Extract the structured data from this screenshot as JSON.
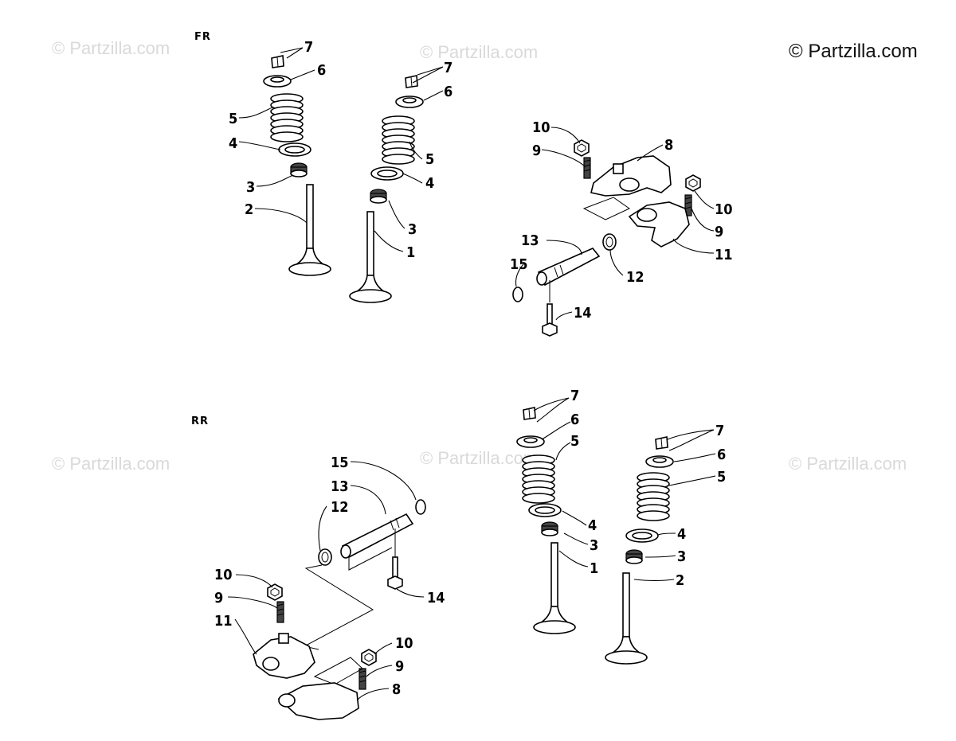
{
  "watermarks": {
    "main": "© Partzilla.com",
    "faded": "© Partzilla.com"
  },
  "sections": {
    "front": "FR",
    "rear": "RR"
  },
  "callouts": {
    "fr_left": [
      "7",
      "6",
      "5",
      "4",
      "3",
      "2"
    ],
    "fr_right": [
      "7",
      "6",
      "5",
      "4",
      "3",
      "1"
    ],
    "fr_rocker": [
      "10",
      "9",
      "8",
      "10",
      "9",
      "11",
      "13",
      "15",
      "12",
      "14"
    ],
    "rr_rocker": [
      "15",
      "13",
      "12",
      "10",
      "9",
      "11",
      "14",
      "10",
      "9",
      "8"
    ],
    "rr_left": [
      "7",
      "6",
      "5",
      "4",
      "3",
      "1"
    ],
    "rr_right": [
      "7",
      "6",
      "5",
      "4",
      "3",
      "2"
    ]
  },
  "colors": {
    "line": "#000000",
    "watermark": "#d9d9d9"
  }
}
